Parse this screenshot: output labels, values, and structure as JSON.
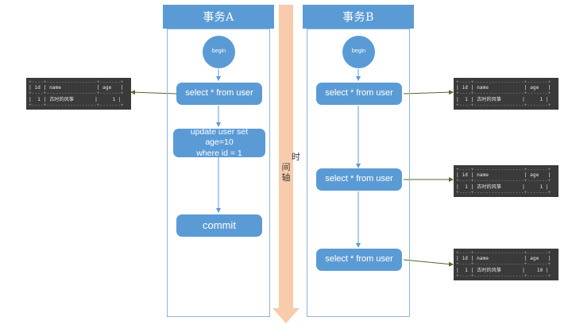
{
  "diagram": {
    "title_a": "事务A",
    "title_b": "事务B",
    "timeline_label": "时\n间\n轴",
    "timeline_color": "#f7cbab",
    "node_color": "#5b9bd5",
    "lane_border_color": "#8fb5d6",
    "connector_color": "#4f6b2b",
    "flow_arrow_color": "#5b9bd5",
    "terminal_bg": "#3a3a3a"
  },
  "transaction_a": {
    "header": "事务A",
    "nodes": [
      {
        "id": "a-begin",
        "label": "begin"
      },
      {
        "id": "a-select",
        "label": "select * from user"
      },
      {
        "id": "a-update",
        "label": "update user set age=10\nwhere id = 1"
      },
      {
        "id": "a-commit",
        "label": "commit"
      }
    ]
  },
  "transaction_b": {
    "header": "事务B",
    "nodes": [
      {
        "id": "b-begin",
        "label": "begin"
      },
      {
        "id": "b-select-1",
        "label": "select * from user"
      },
      {
        "id": "b-select-2",
        "label": "select * from user"
      },
      {
        "id": "b-select-3",
        "label": "select * from user"
      }
    ]
  },
  "result_tables": [
    {
      "id": "result-a-1",
      "columns": [
        "id",
        "name",
        "age"
      ],
      "rows": [
        [
          "1",
          "古时的风筝",
          "1"
        ]
      ],
      "rule": "+----+-----------------+-------+",
      "header_line": "| id | name            | age   |",
      "row_line": "|  1 | 古时的风筝       |     1 |"
    },
    {
      "id": "result-b-1",
      "columns": [
        "id",
        "name",
        "age"
      ],
      "rows": [
        [
          "1",
          "古时的风筝",
          "1"
        ]
      ],
      "rule": "+----+-----------------+-------+",
      "header_line": "| id | name            | age   |",
      "row_line": "|  1 | 古时的风筝       |     1 |"
    },
    {
      "id": "result-b-2",
      "columns": [
        "id",
        "name",
        "age"
      ],
      "rows": [
        [
          "1",
          "古时的风筝",
          "1"
        ]
      ],
      "rule": "+----+-----------------+-------+",
      "header_line": "| id | name            | age   |",
      "row_line": "|  1 | 古时的风筝       |     1 |"
    },
    {
      "id": "result-b-3",
      "columns": [
        "id",
        "name",
        "age"
      ],
      "rows": [
        [
          "1",
          "古时的风筝",
          "10"
        ]
      ],
      "rule": "+----+-----------------+-------+",
      "header_line": "| id | name            | age   |",
      "row_line": "|  1 | 古时的风筝       |    10 |"
    }
  ]
}
